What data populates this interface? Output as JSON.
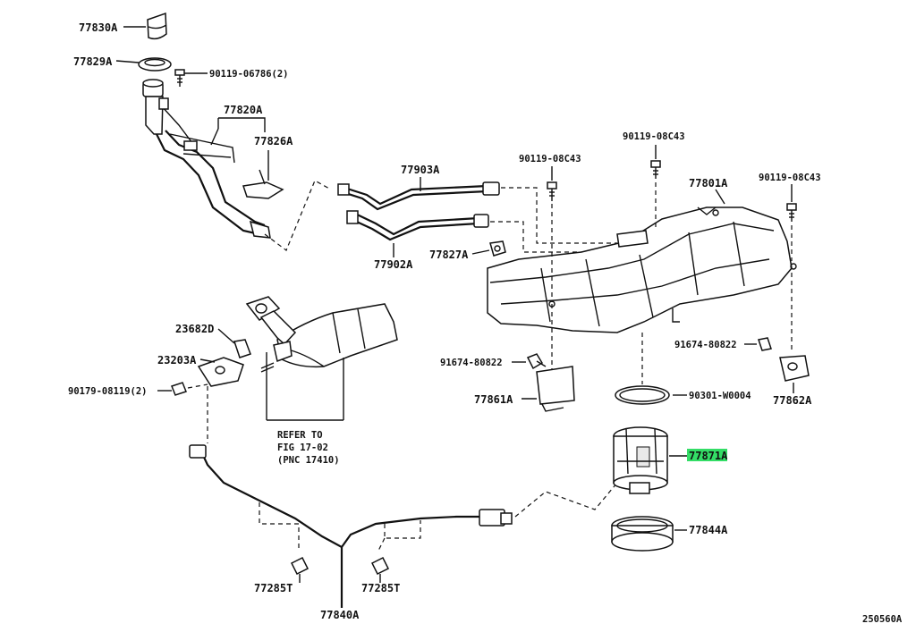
{
  "diagram_id": "250560A",
  "highlight_color": "#33dd66",
  "parts": {
    "p77830A": "77830A",
    "p77829A": "77829A",
    "p90119_06786": "90119-06786(2)",
    "p77820A": "77820A",
    "p77826A": "77826A",
    "p77903A": "77903A",
    "p77902A": "77902A",
    "p90119_08C43_a": "90119-08C43",
    "p90119_08C43_b": "90119-08C43",
    "p90119_08C43_c": "90119-08C43",
    "p77801A": "77801A",
    "p77827A": "77827A",
    "p23682D": "23682D",
    "p23203A": "23203A",
    "p90179_08119": "90179-08119(2)",
    "p91674_80822_a": "91674-80822",
    "p91674_80822_b": "91674-80822",
    "p77861A": "77861A",
    "p90301_W0004": "90301-W0004",
    "p77862A": "77862A",
    "p77871A": "77871A",
    "p77844A": "77844A",
    "p77285T_a": "77285T",
    "p77285T_b": "77285T",
    "p77840A": "77840A"
  },
  "reference_note": {
    "line1": "REFER TO",
    "line2": "FIG 17-02",
    "line3": "(PNC 17410)"
  }
}
